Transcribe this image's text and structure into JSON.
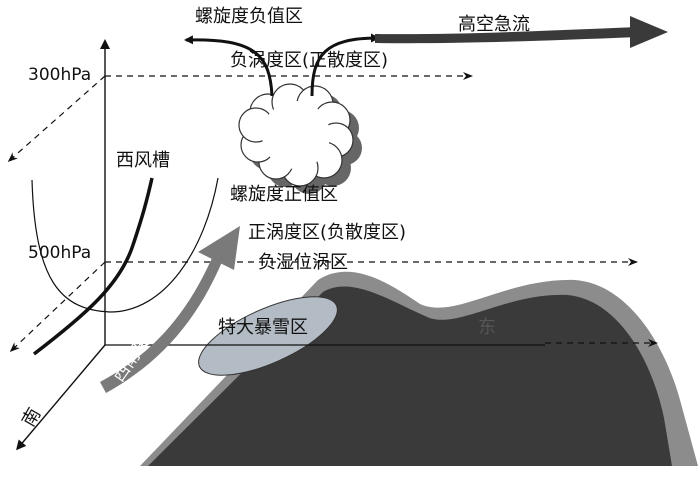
{
  "labels": {
    "negative_vorticity": "螺旋度负值区",
    "jet_stream": "高空急流",
    "upper_divergence": "负涡度区(正散度区)",
    "level_300": "300hPa",
    "westerly_trough": "西风槽",
    "positive_vorticity": "螺旋度正值区",
    "lower_convergence": "正涡度区(负散度区)",
    "level_500": "500hPa",
    "moist_potential_vorticity": "负湿位涡区",
    "snowstorm_zone": "特大暴雪区",
    "east": "东",
    "southwest_flow": "西南暖湿气流",
    "south": "南"
  },
  "colors": {
    "ink": "#111111",
    "mountain_core": "#3a3a3a",
    "mountain_rim": "#8c8c8c",
    "snow_zone": "#b3bcc4",
    "warm_flow_arrow": "#7a7a7a",
    "jet_arrow": "#3a3a3a"
  }
}
